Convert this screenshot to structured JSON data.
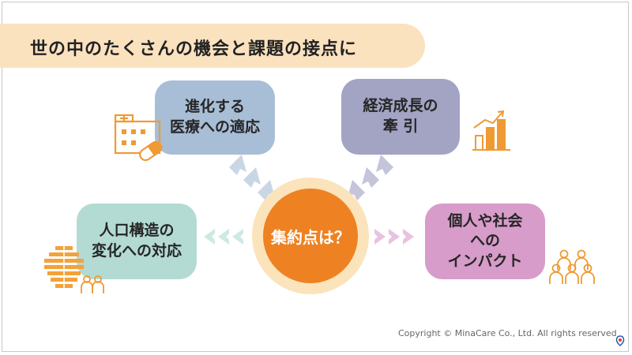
{
  "title": "世の中のたくさんの機会と課題の接点に",
  "center": {
    "label": "集約点は？"
  },
  "boxes": {
    "medical": {
      "lines": [
        "進化する",
        "医療への適応"
      ],
      "color": "#a8bdd6",
      "icon": "hospital-pill-icon"
    },
    "economy": {
      "lines": [
        "経済成長の",
        "牽 引"
      ],
      "color": "#a3a3c4",
      "icon": "bar-chart-growth-icon"
    },
    "population": {
      "lines": [
        "人口構造の",
        "変化への対応"
      ],
      "color": "#b3dbd3",
      "icon": "population-pyramid-icon"
    },
    "impact": {
      "lines": [
        "個人や社会",
        "への",
        "インパクト"
      ],
      "color": "#d79cc9",
      "icon": "people-group-icon"
    }
  },
  "accent_color": "#ee8223",
  "copyright": "Copyright © MinaCare Co., Ltd. All rights reserved"
}
